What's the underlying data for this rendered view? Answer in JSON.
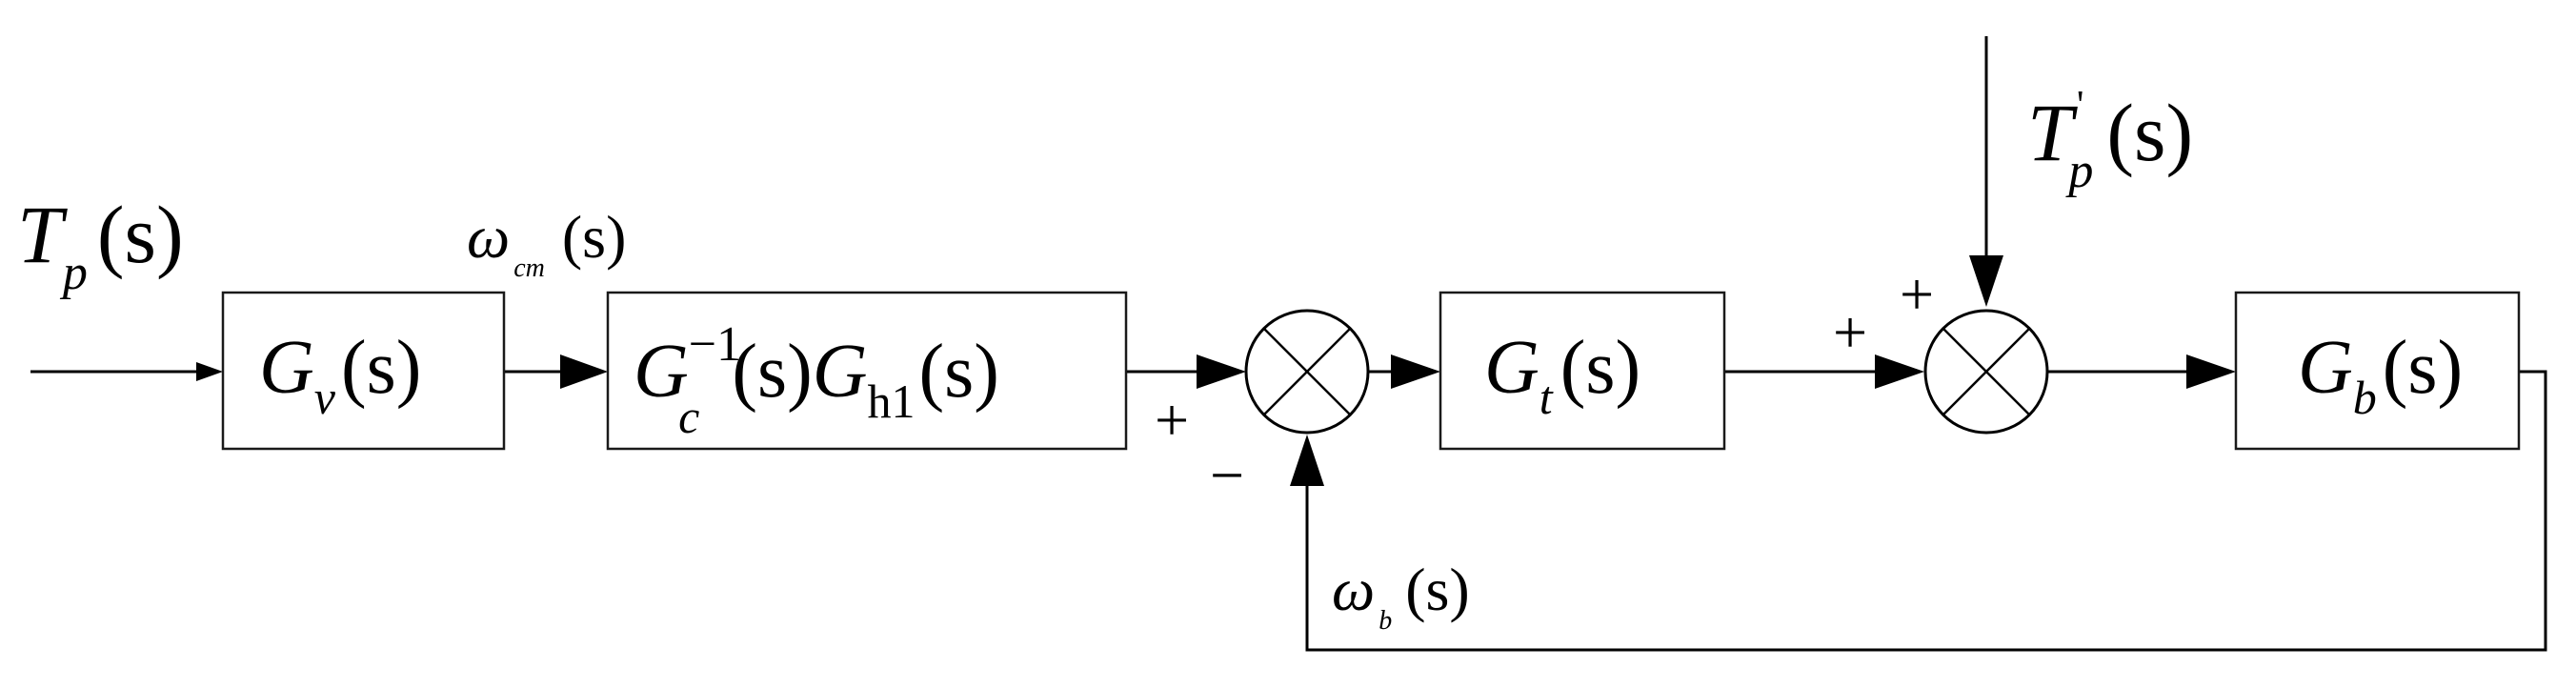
{
  "blocks": {
    "gv": {
      "main": "G",
      "sub": "v",
      "arg": "(s)"
    },
    "gch": {
      "main": "G",
      "sup": "−1",
      "sub": "c",
      "arg1": "(s)",
      "main2": "G",
      "sub2": "h1",
      "arg2": "(s)"
    },
    "gt": {
      "main": "G",
      "sub": "t",
      "arg": "(s)"
    },
    "gb": {
      "main": "G",
      "sub": "b",
      "arg": "(s)"
    }
  },
  "signals": {
    "tp": {
      "main": "T",
      "sub": "p",
      "arg": "(s)"
    },
    "tp2": {
      "main": "T",
      "sup": "'",
      "sub": "p",
      "arg": "(s)"
    },
    "wcm": {
      "main": "ω",
      "sub": "cm",
      "arg": "(s)"
    },
    "wb": {
      "main": "ω",
      "sub": "b",
      "arg": "(s)"
    }
  },
  "signs": {
    "sum1_plus": "+",
    "sum1_minus": "−",
    "sum2_plus_left": "+",
    "sum2_plus_top": "+"
  }
}
